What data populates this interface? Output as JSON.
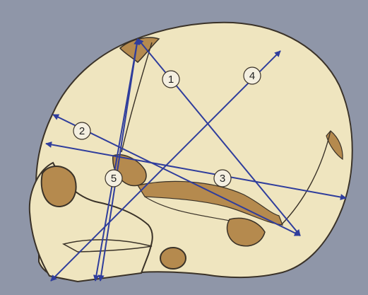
{
  "colors": {
    "background": "#8f96a8",
    "bone": "#efe5bf",
    "fontanelle": "#b58a4e",
    "outline": "#3a3228",
    "arrow": "#2f3d9c",
    "label_fill": "#f4efe0"
  },
  "diagram": {
    "measurements": [
      {
        "label": "1"
      },
      {
        "label": "2"
      },
      {
        "label": "3"
      },
      {
        "label": "4"
      },
      {
        "label": "5"
      }
    ]
  }
}
